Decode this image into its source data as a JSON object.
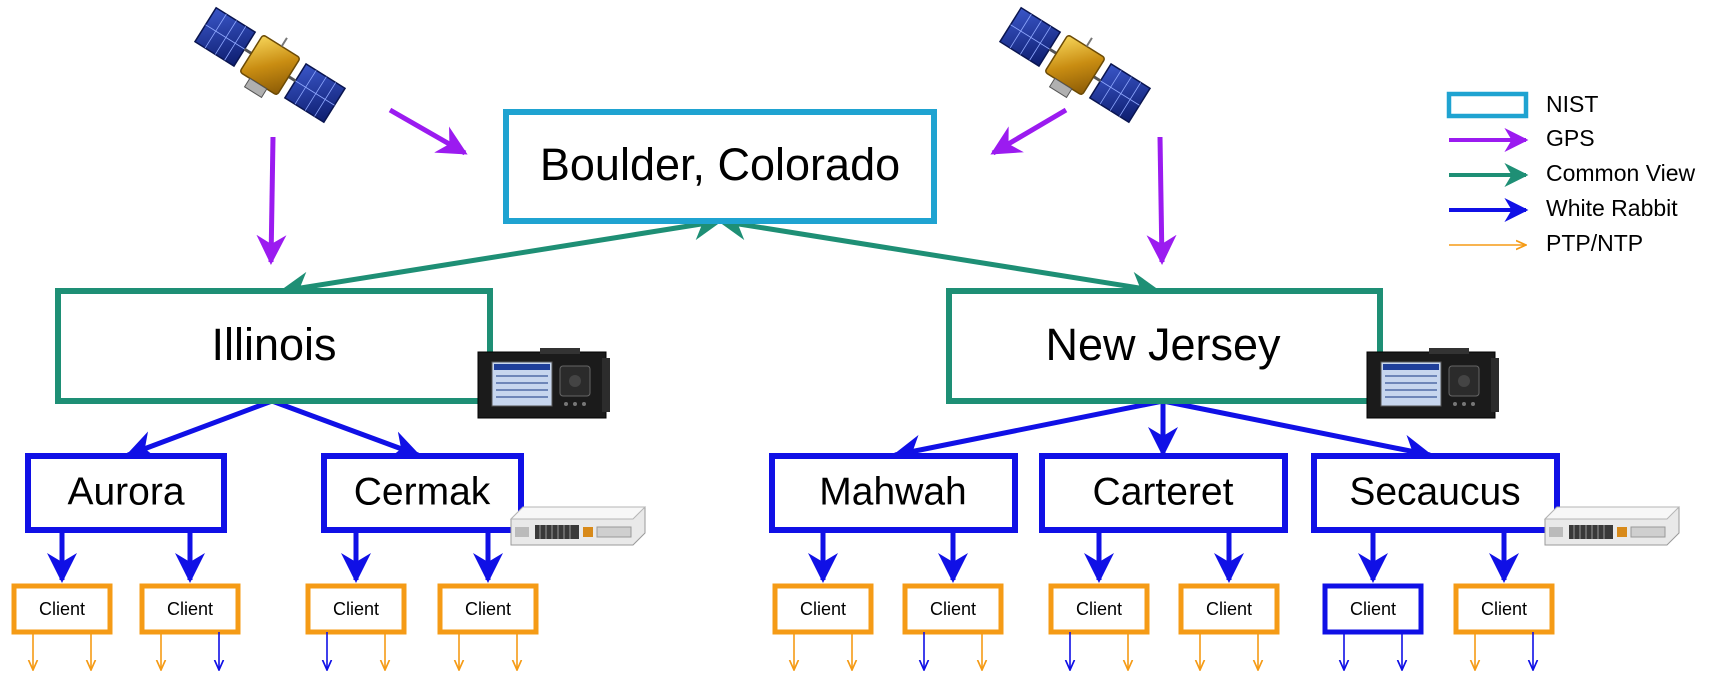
{
  "colors": {
    "nist": "#1fa3d1",
    "gps": "#9b1bf0",
    "common_view": "#1e8f75",
    "white_rabbit": "#1010e6",
    "ptp_ntp": "#f59b16"
  },
  "nodes": {
    "boulder": "Boulder, Colorado",
    "illinois": "Illinois",
    "new_jersey": "New Jersey",
    "aurora": "Aurora",
    "cermak": "Cermak",
    "mahwah": "Mahwah",
    "carteret": "Carteret",
    "secaucus": "Secaucus"
  },
  "client_label": "Client",
  "legend": {
    "nist": "NIST",
    "gps": "GPS",
    "common_view": "Common View",
    "white_rabbit": "White Rabbit",
    "ptp_ntp": "PTP/NTP"
  },
  "icons": {
    "satellite": "satellite-icon",
    "timing_receiver": "timing-receiver-icon",
    "rack_switch": "rack-switch-icon"
  }
}
